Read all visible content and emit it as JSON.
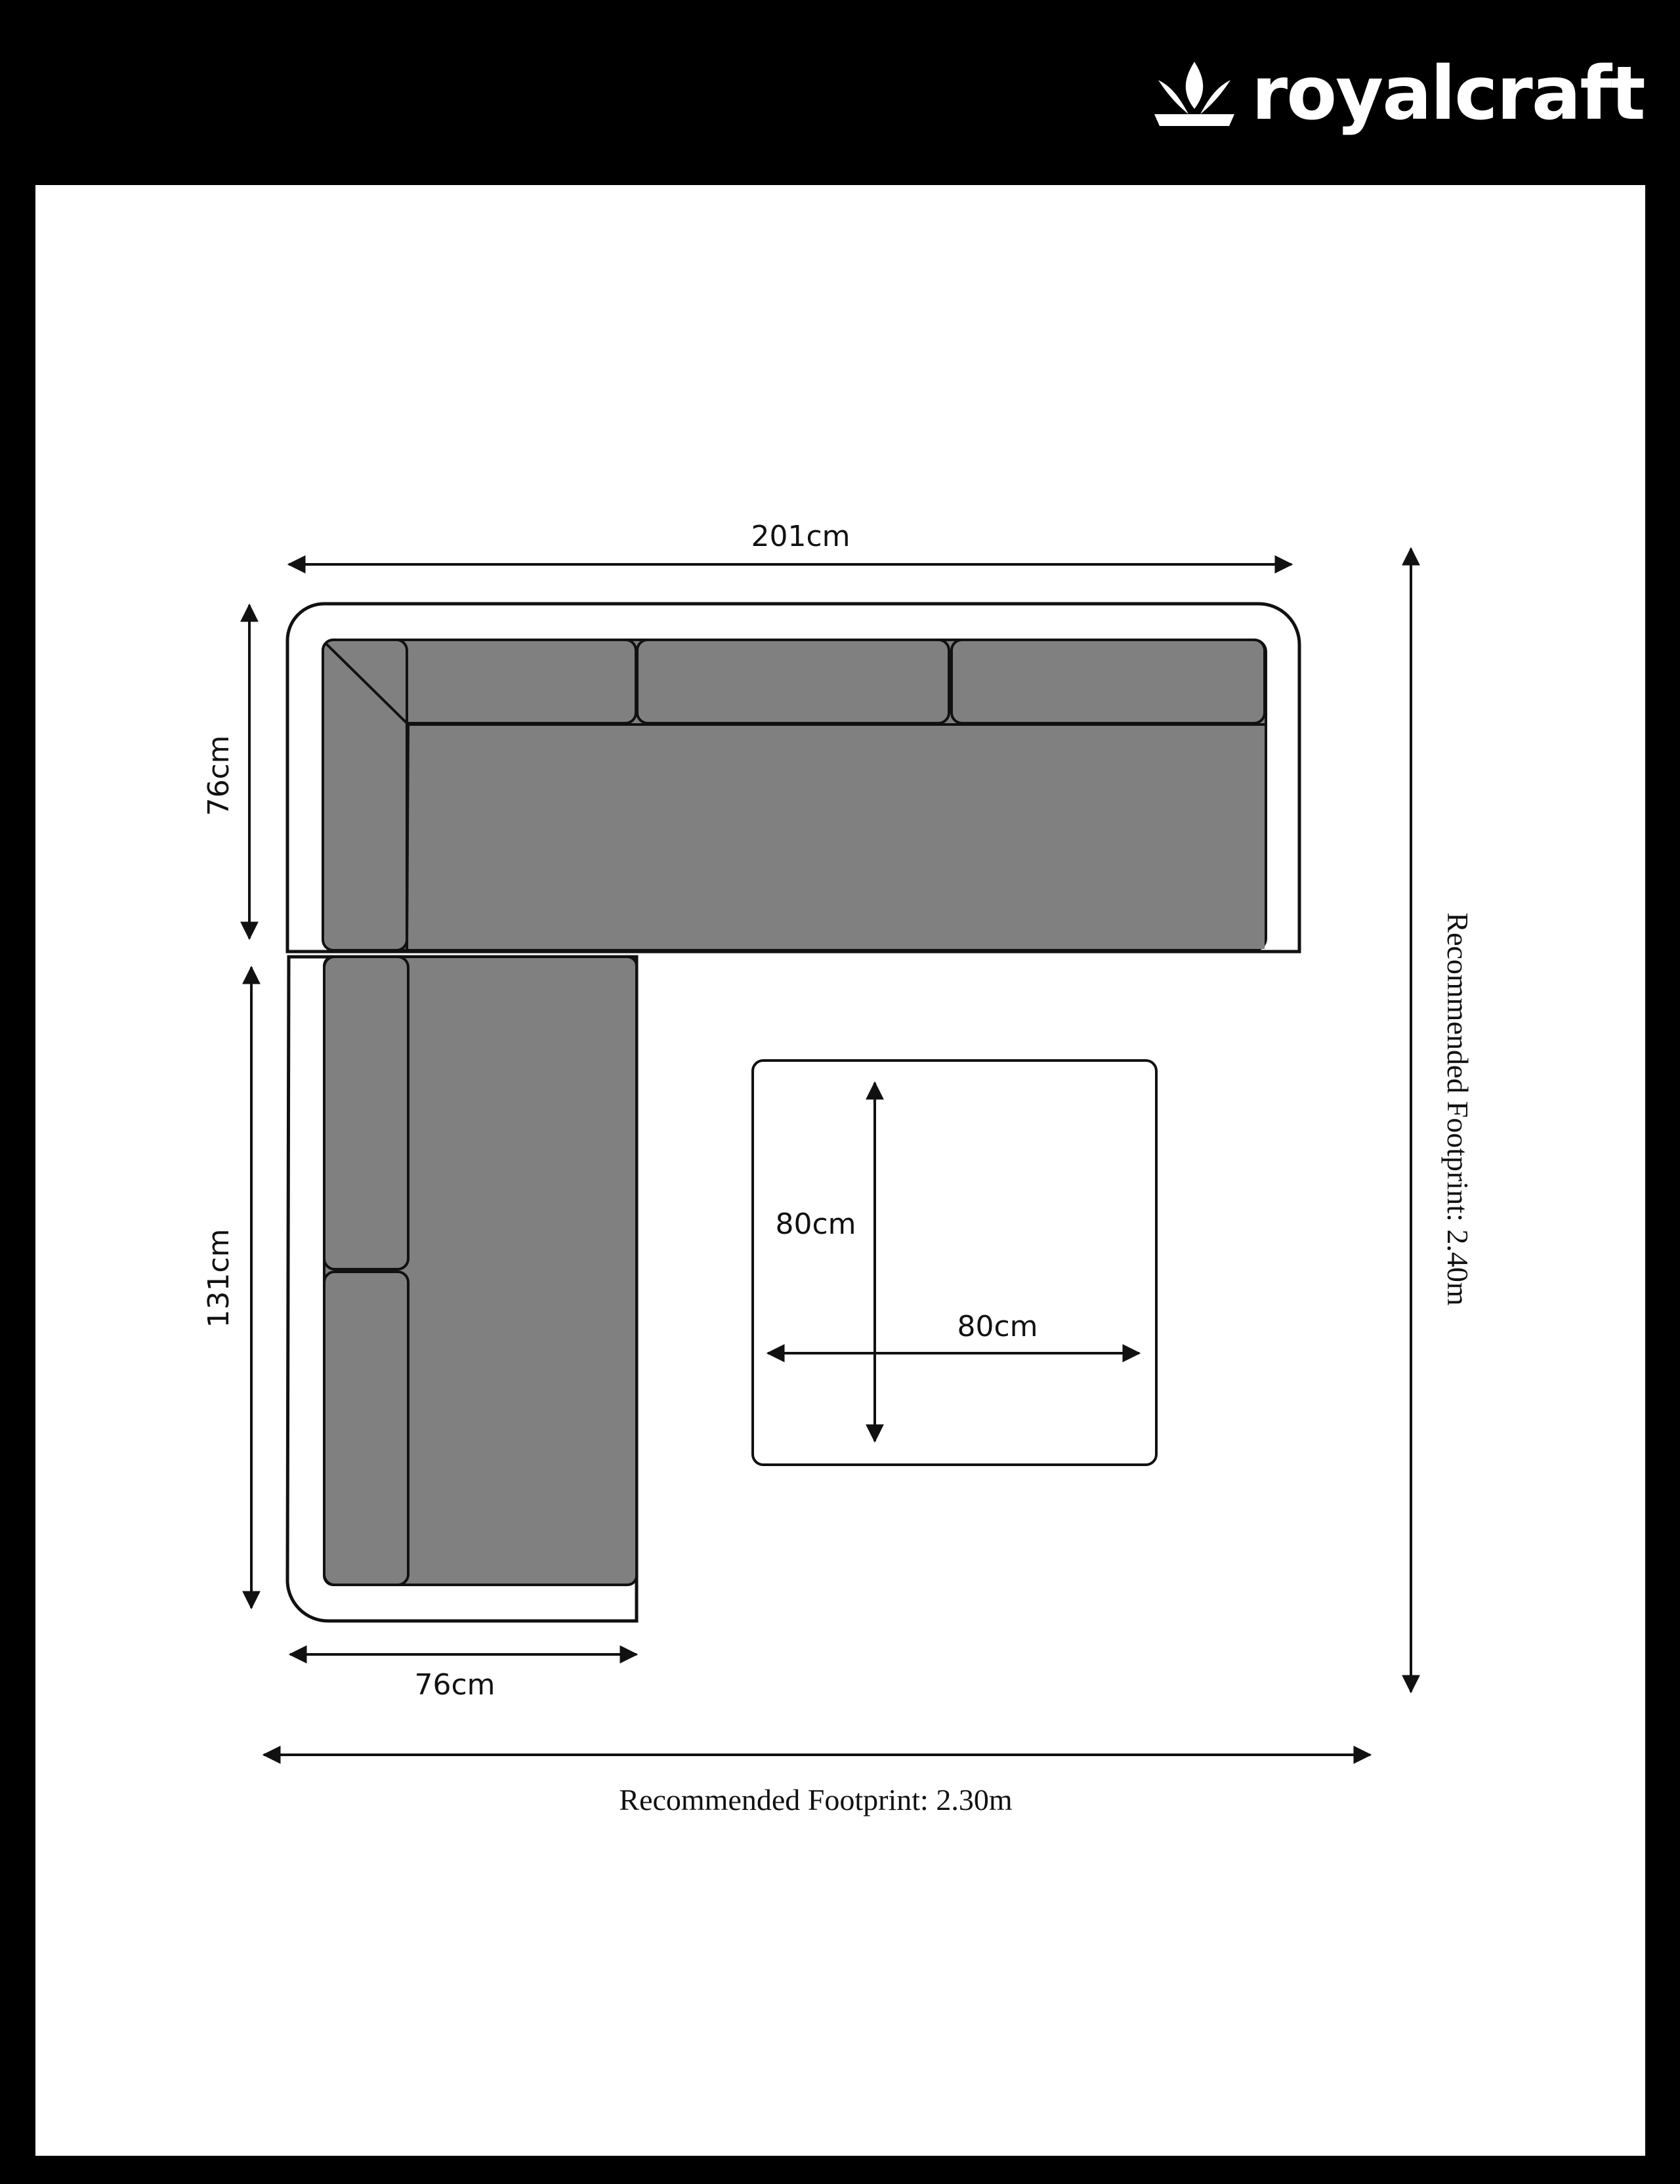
{
  "brand": {
    "name": "royalcraft"
  },
  "dimensions": {
    "sofa_width": "201cm",
    "sofa_depth": "76cm",
    "chaise_length": "131cm",
    "chaise_width": "76cm",
    "table_depth": "80cm",
    "table_width": "80cm",
    "footprint_width": "Recommended Footprint: 2.30m",
    "footprint_depth": "Recommended Footprint: 2.40m"
  },
  "colors": {
    "background": "#000000",
    "panel": "#ffffff",
    "cushion": "#808080",
    "line": "#111111"
  }
}
